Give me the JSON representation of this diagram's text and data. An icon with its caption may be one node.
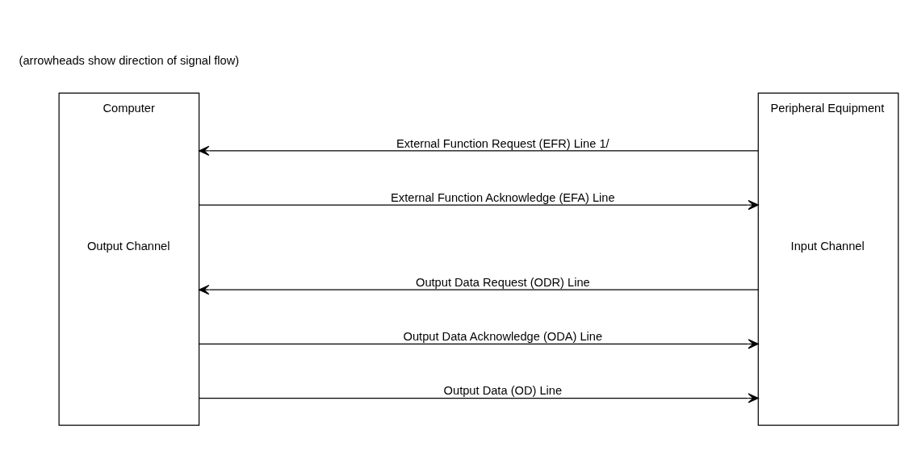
{
  "diagram": {
    "nodes": [
      {
        "text": [
          "Computer",
          "Output Channel"
        ]
      },
      {
        "text": [
          "Peripheral Equipment",
          "Input Channel"
        ]
      }
    ],
    "edges": [
      {
        "from": 1,
        "to": 0,
        "arrow": "to",
        "label": "External Function Request (EFR) Line 1/"
      },
      {
        "from": 0,
        "to": 1,
        "arrow": "to",
        "label": "External Function Acknowledge (EFA) Line"
      },
      {
        "from": 1,
        "to": 0,
        "arrow": "to",
        "label": "Output Data Request (ODR) Line"
      },
      {
        "from": 0,
        "to": 1,
        "arrow": "to",
        "label": "Output Data Acknowledge (ODA) Line"
      },
      {
        "from": 0,
        "to": 1,
        "arrow": "to",
        "label": "Output Data (OD) Line"
      }
    ],
    "labels": [
      "(arrowheads show direction of signal flow)"
    ]
  }
}
